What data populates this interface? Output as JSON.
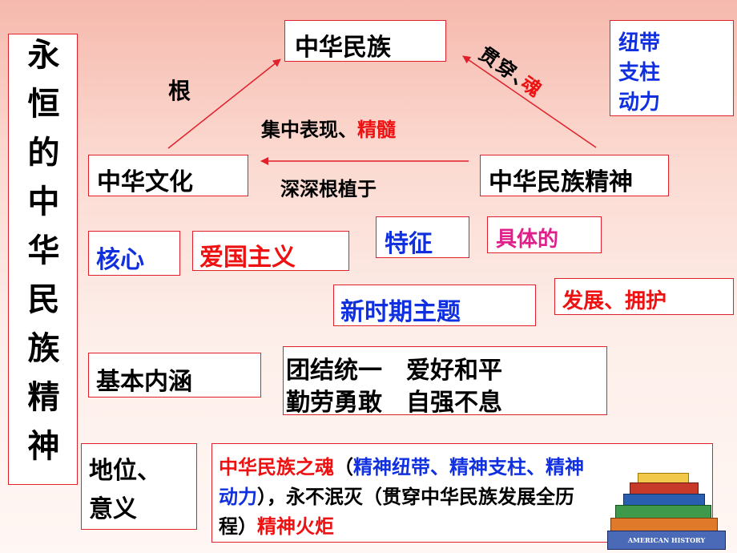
{
  "title_chars": [
    "永",
    "恒",
    "的",
    "中",
    "华",
    "民",
    "族",
    "精",
    "神"
  ],
  "nodes": {
    "nation": "中华民族",
    "culture": "中华文化",
    "spirit": "中华民族精神"
  },
  "edge_labels": {
    "root": "根",
    "concentrated_a": "集中表现、",
    "concentrated_b": "精髓",
    "rooted": "深深根植于",
    "pierce_a": "贯",
    "pierce_b": "穿",
    "pierce_c": "、",
    "pierce_d": "魂"
  },
  "roles": [
    "纽带",
    "支柱",
    "动力"
  ],
  "core": {
    "label": "核心",
    "value": "爱国主义",
    "feature": "特征",
    "feature_note": "具体的",
    "theme": "新时期主题",
    "theme_note": "发展、拥护"
  },
  "content": {
    "label": "基本内涵",
    "line1": "团结统一　爱好和平",
    "line2": "勤劳勇敢　自强不息"
  },
  "status": {
    "label_line1": "地位、",
    "label_line2": "意义",
    "soul": "中华民族之魂",
    "paren_open": "（",
    "bond": "精神纽带、精神支柱、精神",
    "power": "动力",
    "mid": "），永不泯灭（贯穿中华民族发展全历",
    "end": "程）",
    "torch": "精神火炬"
  },
  "book_label": "AMERICAN HISTORY",
  "colors": {
    "border": "#e0202a",
    "blue": "#1030e0",
    "red": "#ee1111",
    "pink": "#e0208a"
  }
}
